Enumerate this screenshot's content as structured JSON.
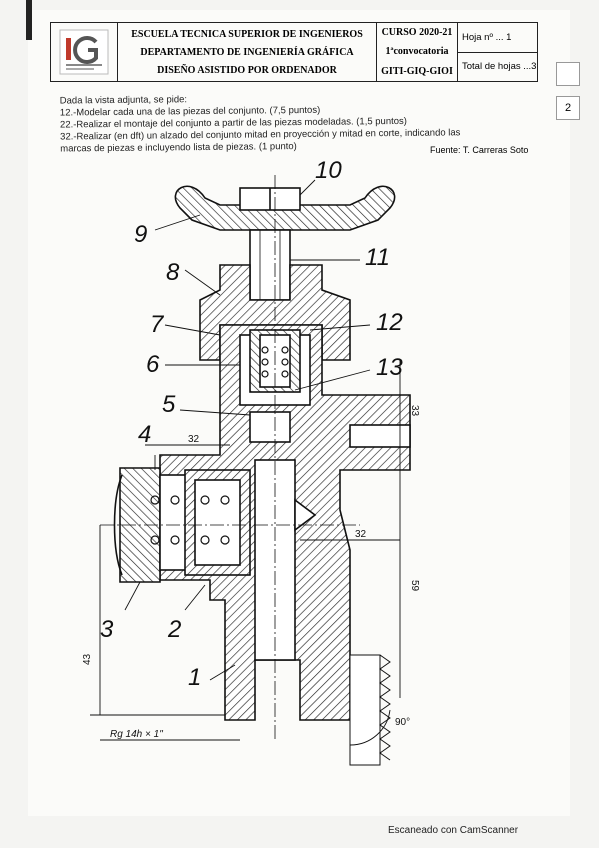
{
  "header": {
    "school": "ESCUELA TECNICA SUPERIOR DE INGENIEROS",
    "department": "DEPARTAMENTO DE INGENIERÍA GRÁFICA",
    "subject": "DISEÑO ASISTIDO POR ORDENADOR",
    "course": "CURSO 2020-21",
    "call": "1ªconvocatoria",
    "degrees": "GITI-GIQ-GIOI",
    "sheet": "Hoja nº ... 1",
    "total_sheets": "Total de hojas ...3",
    "logo_text": "IG"
  },
  "side_tabs": [
    "",
    "2"
  ],
  "instructions": {
    "intro": "Dada la vista adjunta, se pide:",
    "items": [
      "12.-Modelar cada una de las piezas del conjunto.    (7,5 puntos)",
      "22.-Realizar el montaje del conjunto a partir de las piezas modeladas. (1,5 puntos)",
      "32.-Realizar (en dft) un alzado del conjunto mitad en proyección y mitad en corte, indicando las",
      "marcas de piezas e incluyendo lista de piezas. (1 punto)"
    ]
  },
  "source": "Fuente: T. Carreras Soto",
  "drawing": {
    "part_numbers": [
      "1",
      "2",
      "3",
      "4",
      "5",
      "6",
      "7",
      "8",
      "9",
      "10",
      "11",
      "12",
      "13"
    ],
    "dimensions": [
      "32",
      "32",
      "33",
      "59",
      "43",
      "90°"
    ],
    "thread": "Rg 14h × 1\""
  },
  "footer": {
    "scanner": "Escaneado con CamScanner"
  }
}
